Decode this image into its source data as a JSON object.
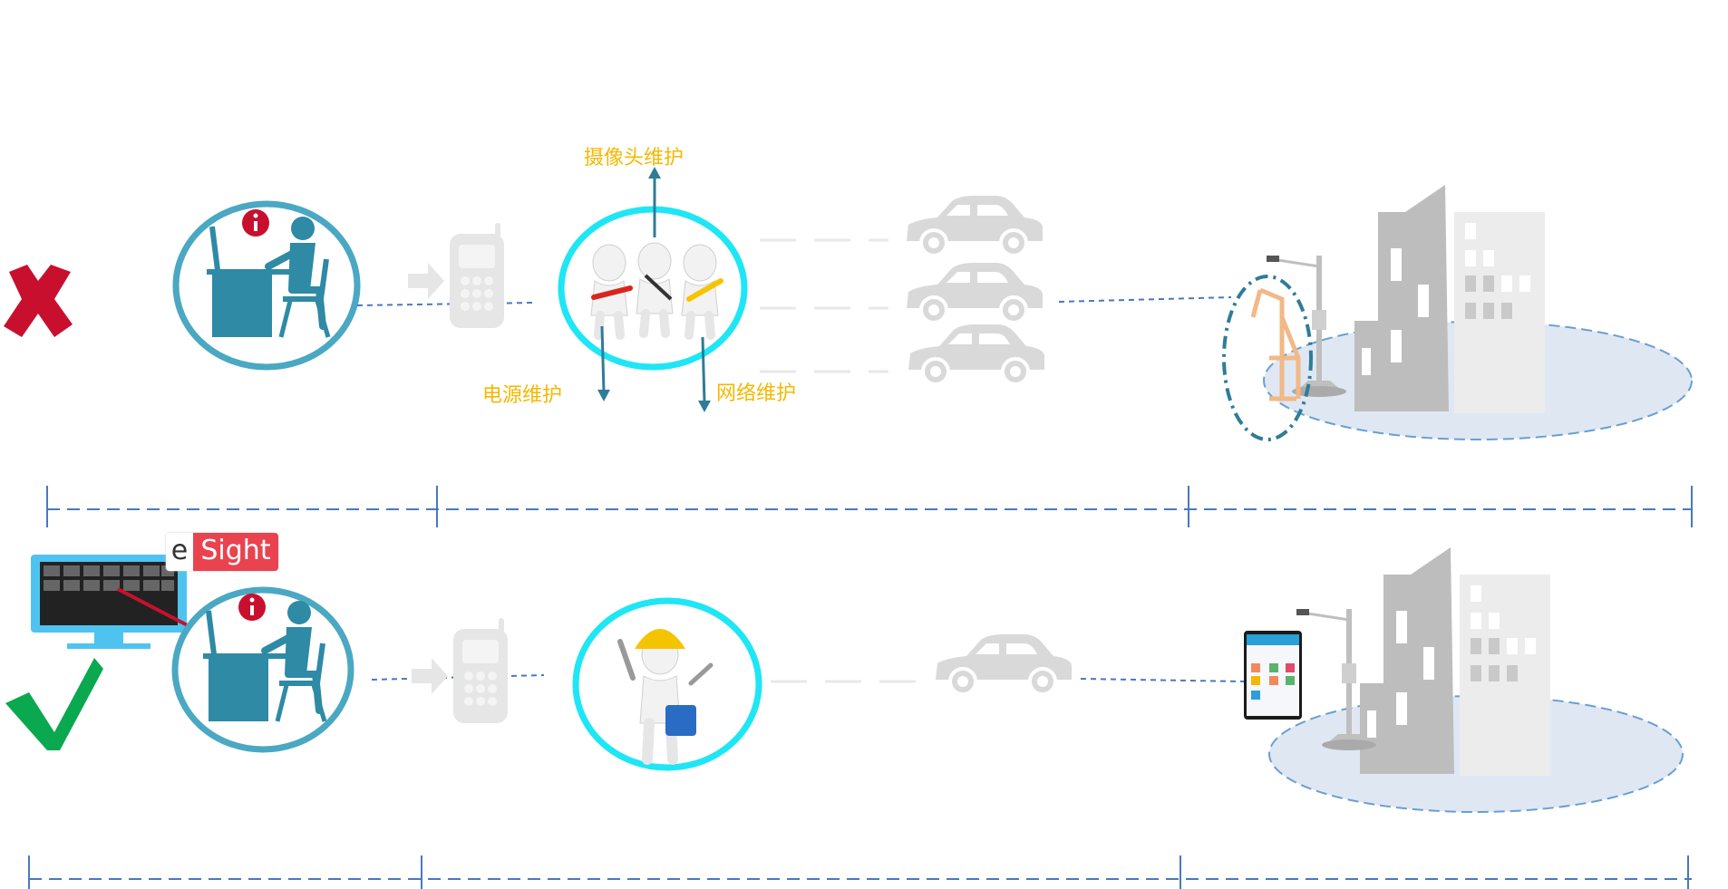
{
  "labels": {
    "camera_maintenance": "摄像头维护",
    "power_maintenance": "电源维护",
    "network_maintenance": "网络维护"
  },
  "brand": {
    "esight_prefix": "e",
    "esight_name": "Sight"
  },
  "colors": {
    "teal": "#2e8aa5",
    "teal_ring": "#4aa8c3",
    "cyan_ring": "#1ee6f5",
    "label_yellow": "#f5b800",
    "dash_blue": "#4a78c0",
    "cross_red": "#c8102e",
    "check_green": "#0aa84f",
    "gray_icon": "#d9d9d9",
    "building_gray": "#bdbdbd",
    "ellipse_fill": "#dfe7f3"
  },
  "icons": {
    "bad_state": "cross-icon",
    "good_state": "check-icon",
    "operator": "desk-operator-icon",
    "phone": "phone-call-icon",
    "vehicle": "car-icon",
    "site": "city-building-icon",
    "camera_pole": "camera-pole-icon"
  }
}
